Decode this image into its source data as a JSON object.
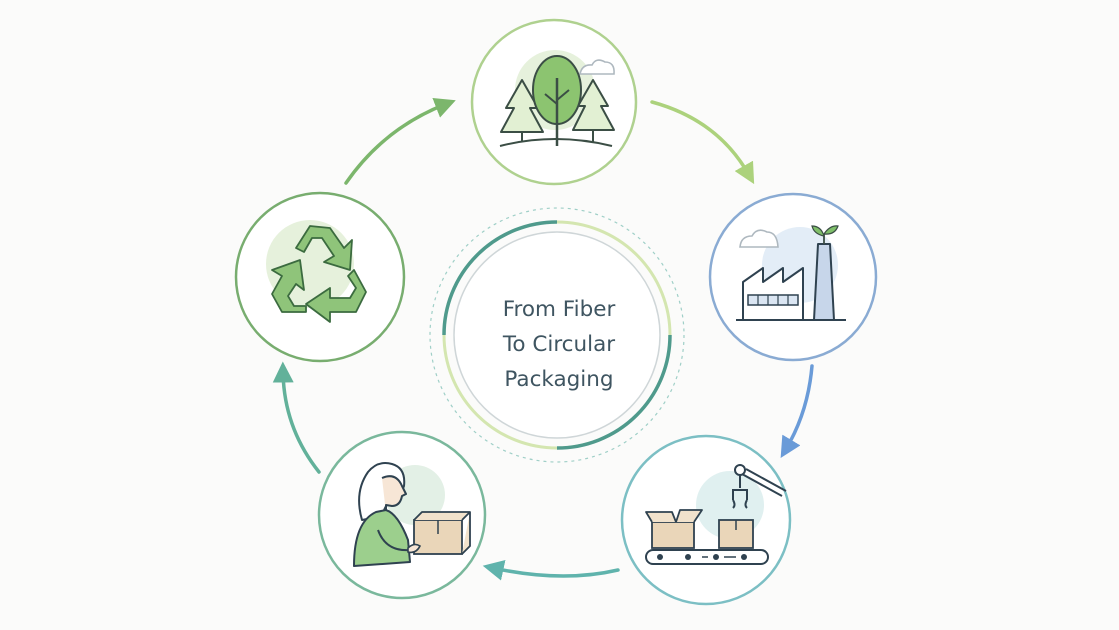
{
  "center": {
    "title_lines": [
      "From Fiber",
      "To Circular",
      "Packaging"
    ]
  },
  "stages": [
    {
      "name": "forest",
      "icon": "forest-trees-icon",
      "color": "#a8cf86"
    },
    {
      "name": "factory",
      "icon": "paper-mill-factory-icon",
      "color": "#86a8d4"
    },
    {
      "name": "packaging-line",
      "icon": "conveyor-robot-arm-icon",
      "color": "#7cbfc2"
    },
    {
      "name": "consumer",
      "icon": "person-with-box-icon",
      "color": "#78b79a"
    },
    {
      "name": "recycling",
      "icon": "recycle-arrows-icon",
      "color": "#78ad6f"
    }
  ],
  "arrows": [
    {
      "from": "recycling",
      "to": "forest",
      "color": "#7cb66c"
    },
    {
      "from": "forest",
      "to": "factory",
      "color": "#acd27c"
    },
    {
      "from": "factory",
      "to": "packaging-line",
      "color": "#6a9bd8"
    },
    {
      "from": "packaging-line",
      "to": "consumer",
      "color": "#5fb3ac"
    },
    {
      "from": "consumer",
      "to": "recycling",
      "color": "#62b19a"
    }
  ]
}
